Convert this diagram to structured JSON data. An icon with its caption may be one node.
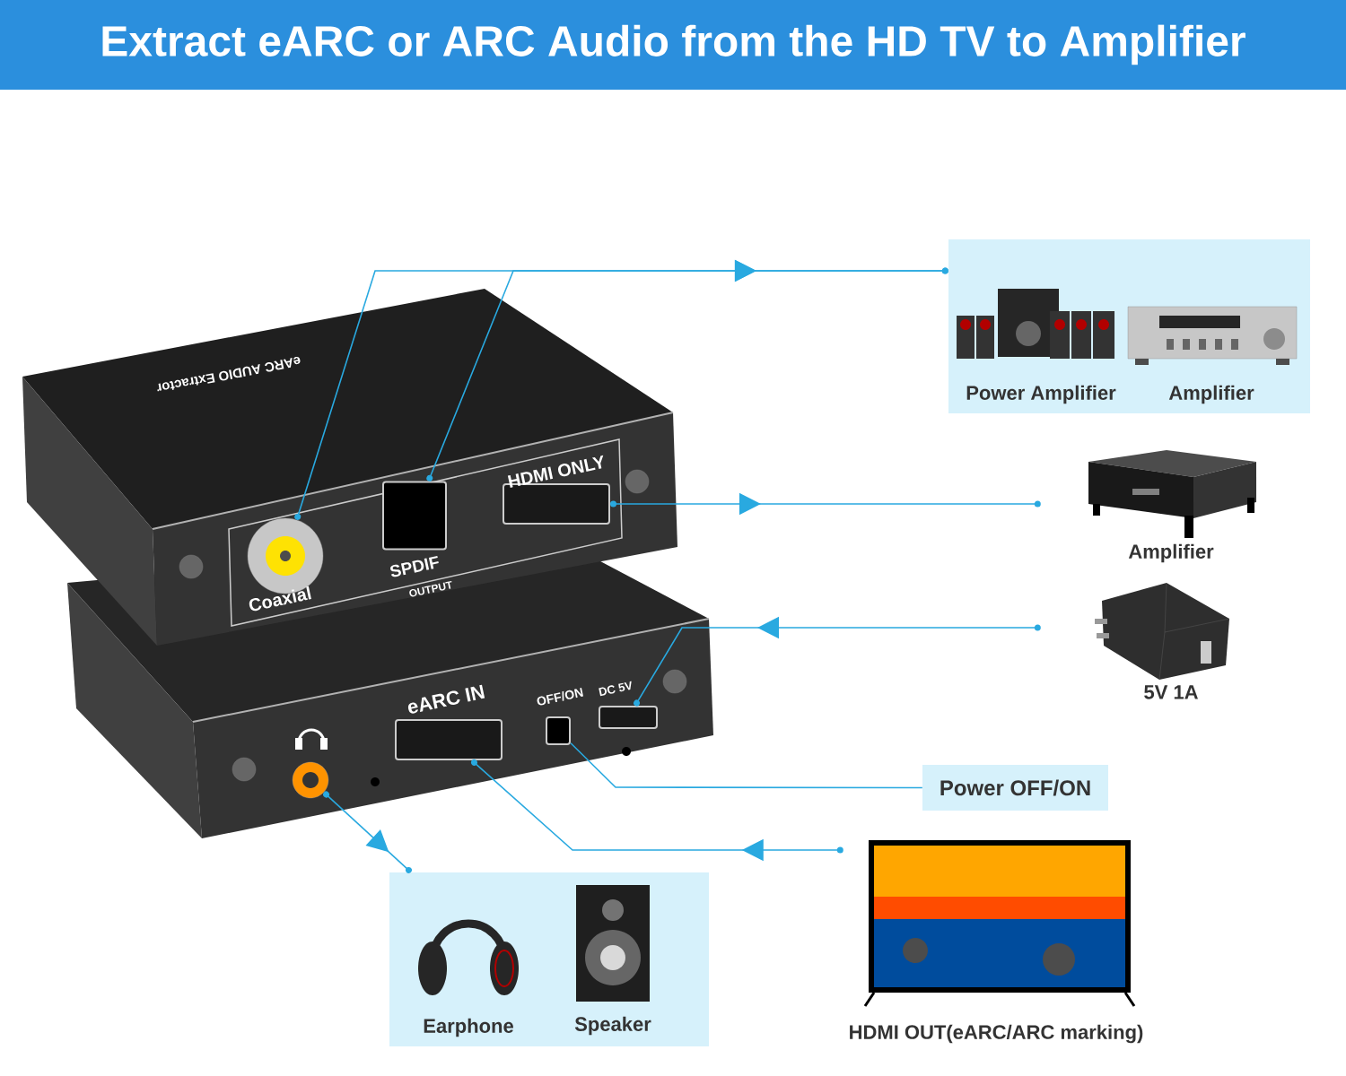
{
  "diagram": {
    "title": "Extract eARC or ARC Audio from the HD TV to Amplifier",
    "nodes": [
      {
        "text": [],
        "shape": "circle",
        "beside": [
          "Coaxial"
        ]
      },
      {
        "text": [],
        "shape": "box",
        "beside": [
          "SPDIF",
          "OUTPUT"
        ]
      },
      {
        "text": [],
        "shape": "box",
        "beside": [
          "HDMI ONLY"
        ]
      },
      {
        "text": [],
        "shape": "circle"
      },
      {
        "text": [],
        "shape": "box",
        "beside": [
          "eARC IN"
        ]
      },
      {
        "text": [],
        "shape": "box",
        "beside": [
          "OFF/ON"
        ]
      },
      {
        "text": [],
        "shape": "box",
        "beside": [
          "DC 5V"
        ]
      },
      {
        "text": [
          "Power Amplifier",
          "Amplifier"
        ]
      },
      {
        "text": [
          "Amplifier"
        ]
      },
      {
        "text": [
          "5V 1A"
        ]
      },
      {
        "text": [
          "Power OFF/ON"
        ]
      },
      {
        "text": [
          "HDMI OUT(eARC/ARC marking)"
        ]
      },
      {
        "text": [
          "Earphone",
          "Speaker"
        ]
      }
    ],
    "edges": [
      {
        "from": 0,
        "to": 7,
        "arrow": "to"
      },
      {
        "from": 1,
        "to": 7,
        "arrow": "to"
      },
      {
        "from": 2,
        "to": 8,
        "arrow": "to"
      },
      {
        "from": 9,
        "to": 6,
        "arrow": "to"
      },
      {
        "from": 10,
        "to": 5,
        "arrow": "none"
      },
      {
        "from": 11,
        "to": 4,
        "arrow": "to"
      },
      {
        "from": 3,
        "to": 12,
        "arrow": "to"
      }
    ],
    "labels": [
      "eARC AUDIO Extractor"
    ]
  }
}
